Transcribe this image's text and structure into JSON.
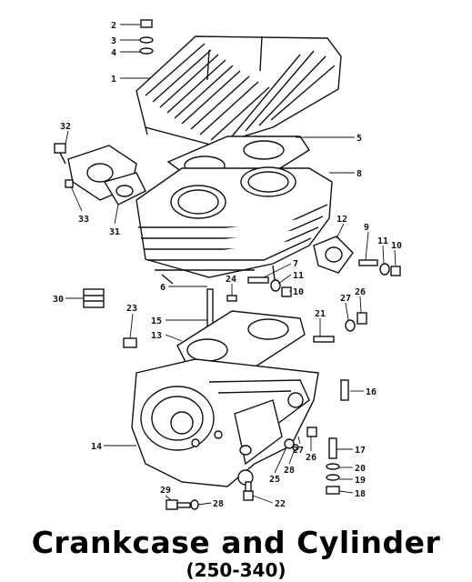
{
  "title": "Crankcase and Cylinder",
  "subtitle": "(250-340)",
  "callouts": [
    "2",
    "3",
    "4",
    "1",
    "5",
    "8",
    "32",
    "33",
    "31",
    "12",
    "9",
    "11",
    "10",
    "7",
    "11",
    "10",
    "6",
    "24",
    "30",
    "23",
    "15",
    "13",
    "21",
    "27",
    "26",
    "16",
    "14",
    "17",
    "20",
    "19",
    "18",
    "25",
    "28",
    "26",
    "27",
    "29",
    "28",
    "22"
  ]
}
